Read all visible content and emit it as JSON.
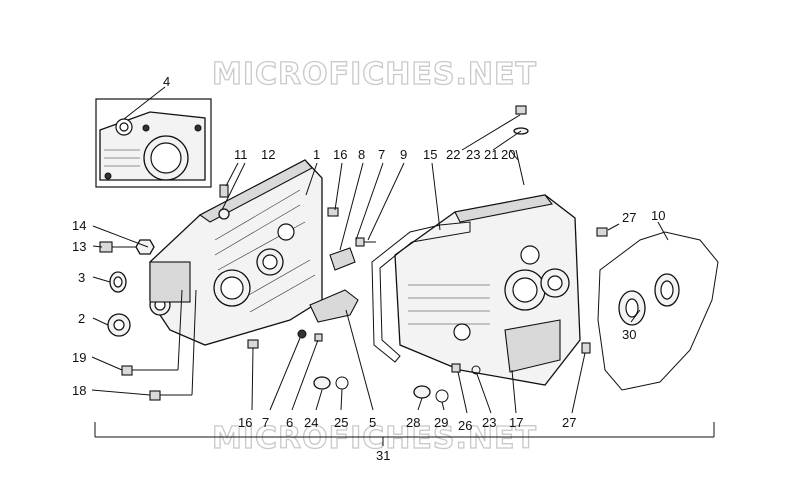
{
  "watermark": {
    "top": "MICROFICHES.NET",
    "bottom": "MICROFICHES.NET"
  },
  "callouts": {
    "c1": "1",
    "c2": "2",
    "c3": "3",
    "c4": "4",
    "c5": "5",
    "c6": "6",
    "c7a": "7",
    "c7b": "7",
    "c8": "8",
    "c9": "9",
    "c10": "10",
    "c11": "11",
    "c12": "12",
    "c13": "13",
    "c14": "14",
    "c15": "15",
    "c16a": "16",
    "c16b": "16",
    "c17": "17",
    "c18": "18",
    "c19": "19",
    "c20": "20",
    "c21": "21",
    "c22": "22",
    "c23a": "23",
    "c23b": "23",
    "c24": "24",
    "c25": "25",
    "c26": "26",
    "c27a": "27",
    "c27b": "27",
    "c28": "28",
    "c29": "29",
    "c30": "30",
    "c31": "31"
  },
  "colors": {
    "ink": "#111111",
    "watermark": "#c9c9c9",
    "background": "#ffffff"
  }
}
